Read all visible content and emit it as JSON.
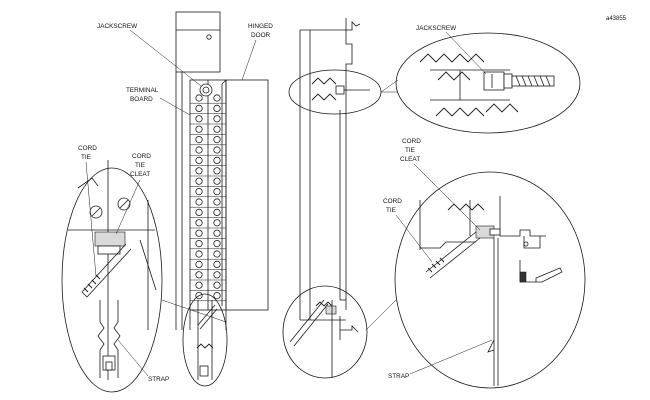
{
  "figure_id": "a43855",
  "labels": {
    "jackscrew_left": "JACKSCREW",
    "hinged_door_1": "HINGED",
    "hinged_door_2": "DOOR",
    "terminal_board_1": "TERMINAL",
    "terminal_board_2": "BOARD",
    "cord_tie_left_1": "CORD",
    "cord_tie_left_2": "TIE",
    "cord_tie_cleat_left_1": "CORD",
    "cord_tie_cleat_left_2": "TIE",
    "cord_tie_cleat_left_3": "CLEAT",
    "strap_left": "STRAP",
    "jackscrew_right": "JACKSCREW",
    "cord_tie_cleat_right_1": "CORD",
    "cord_tie_cleat_right_2": "TIE",
    "cord_tie_cleat_right_3": "CLEAT",
    "cord_tie_right_1": "CORD",
    "cord_tie_right_2": "TIE",
    "strap_right": "STRAP"
  }
}
